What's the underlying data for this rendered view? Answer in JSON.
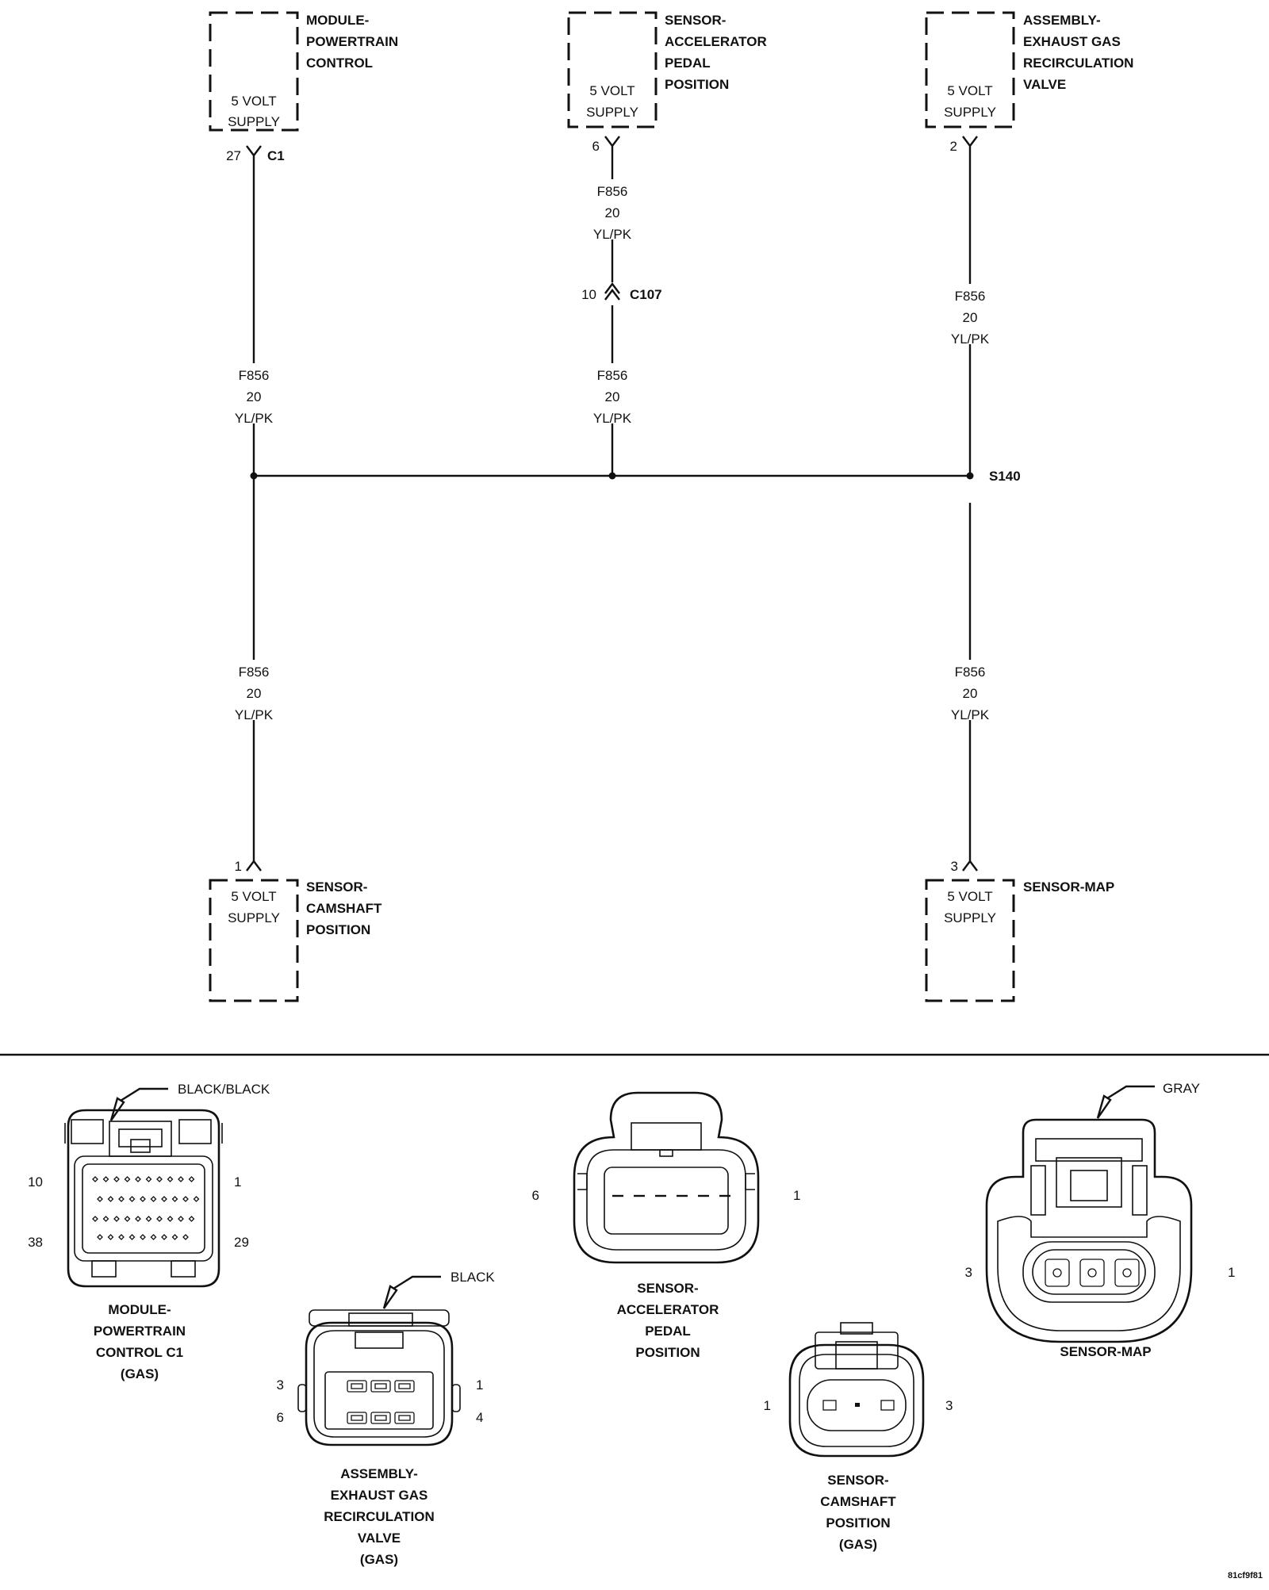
{
  "components": {
    "pcm": {
      "name": [
        "MODULE-",
        "POWERTRAIN",
        "CONTROL"
      ],
      "supply": [
        "5 VOLT",
        "SUPPLY"
      ],
      "pin": "27",
      "connector": "C1"
    },
    "app": {
      "name": [
        "SENSOR-",
        "ACCELERATOR",
        "PEDAL",
        "POSITION"
      ],
      "supply": [
        "5 VOLT",
        "SUPPLY"
      ],
      "pin": "6"
    },
    "egr": {
      "name": [
        "ASSEMBLY-",
        "EXHAUST GAS",
        "RECIRCULATION",
        "VALVE"
      ],
      "supply": [
        "5 VOLT",
        "SUPPLY"
      ],
      "pin": "2"
    },
    "cmp": {
      "name": [
        "SENSOR-",
        "CAMSHAFT",
        "POSITION"
      ],
      "supply": [
        "5 VOLT",
        "SUPPLY"
      ],
      "pin": "1"
    },
    "map": {
      "name": [
        "SENSOR-MAP"
      ],
      "supply": [
        "5 VOLT",
        "SUPPLY"
      ],
      "pin": "3"
    }
  },
  "wire": {
    "circuit": "F856",
    "gauge": "20",
    "color": "YL/PK"
  },
  "inline_connector": {
    "pin": "10",
    "name": "C107"
  },
  "splice": {
    "name": "S140"
  },
  "connector_views": {
    "pcm": {
      "color": "BLACK/BLACK",
      "caption": [
        "MODULE-",
        "POWERTRAIN",
        "CONTROL C1",
        "(GAS)"
      ],
      "pins": {
        "top_left": "10",
        "top_right": "1",
        "bottom_left": "38",
        "bottom_right": "29"
      }
    },
    "egr": {
      "color": "BLACK",
      "caption": [
        "ASSEMBLY-",
        "EXHAUST GAS",
        "RECIRCULATION",
        "VALVE",
        "(GAS)"
      ],
      "pins": {
        "top_left": "3",
        "top_right": "1",
        "bottom_left": "6",
        "bottom_right": "4"
      }
    },
    "app": {
      "caption": [
        "SENSOR-",
        "ACCELERATOR",
        "PEDAL",
        "POSITION"
      ],
      "pins": {
        "left": "6",
        "right": "1"
      }
    },
    "cmp": {
      "caption": [
        "SENSOR-",
        "CAMSHAFT",
        "POSITION",
        "(GAS)"
      ],
      "pins": {
        "left": "1",
        "right": "3"
      }
    },
    "map": {
      "color": "GRAY",
      "caption": [
        "SENSOR-MAP"
      ],
      "pins": {
        "left": "3",
        "right": "1"
      }
    }
  },
  "figure_id": "81cf9f81"
}
